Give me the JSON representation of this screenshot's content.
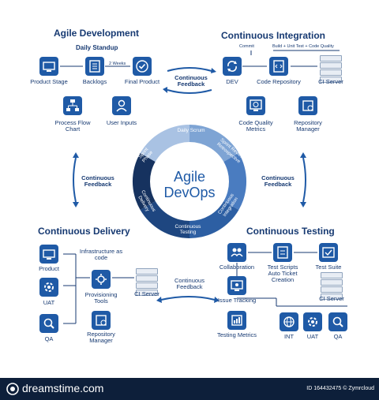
{
  "sections": {
    "agile": "Agile Development",
    "ci": "Continuous Integration",
    "cd": "Continuous Delivery",
    "ct": "Continuous Testing"
  },
  "agile": {
    "standup": "Daily Standup",
    "weeks": "2 Weeks",
    "product_stage": "Product Stage",
    "backlogs": "Backlogs",
    "final_product": "Final Product",
    "process_flow": "Process Flow Chart",
    "user_inputs": "User Inputs"
  },
  "ci": {
    "commit": "Commit",
    "build": "Build + Unit Test + Code Quality",
    "dev": "DEV",
    "code_repo": "Code Repository",
    "ci_server": "CI Server",
    "code_quality": "Code Quality Metrics",
    "repo_manager": "Repository Manager"
  },
  "feedback": {
    "top": "Continuous Feedback",
    "left": "Continuous Feedback",
    "right": "Continuous Feedback",
    "bottom": "Continuous Feedback"
  },
  "cycle": {
    "title1": "Agile",
    "title2": "DevOps",
    "seg_daily": "Daily Scrum",
    "seg_review": "Sprint Review Retrospective",
    "seg_integration": "Continuous Integration",
    "seg_testing": "Continuous Testing",
    "seg_delivery": "Continuous Delivery",
    "seg_sprint": "Sprint Phase"
  },
  "cd": {
    "product": "Product",
    "uat": "UAT",
    "qa": "QA",
    "infra": "Infrastructure as code",
    "provisioning": "Provisioning Tools",
    "repo_manager": "Repository Manager",
    "ci_server": "CI Server"
  },
  "ct": {
    "collaboration": "Collaboration",
    "test_scripts": "Test Scripts",
    "auto_ticket": "Auto Ticket Creation",
    "test_suite": "Test Suite",
    "ci_server": "CI Server",
    "issue_tracking": "Issue Tracking",
    "testing_metrics": "Testing Metrics",
    "int": "INT",
    "uat": "UAT",
    "qa": "QA"
  },
  "footer": {
    "brand": "dreamstime.com",
    "id": "ID 164432475 © Zymrcloud"
  },
  "colors": {
    "navy": "#173a72",
    "icon_blue": "#1f5aa6",
    "light_blue": "#8fb0d8",
    "mid_blue": "#4a7cc0",
    "dark_blue": "#16325f",
    "footer": "#0d1f3a"
  }
}
